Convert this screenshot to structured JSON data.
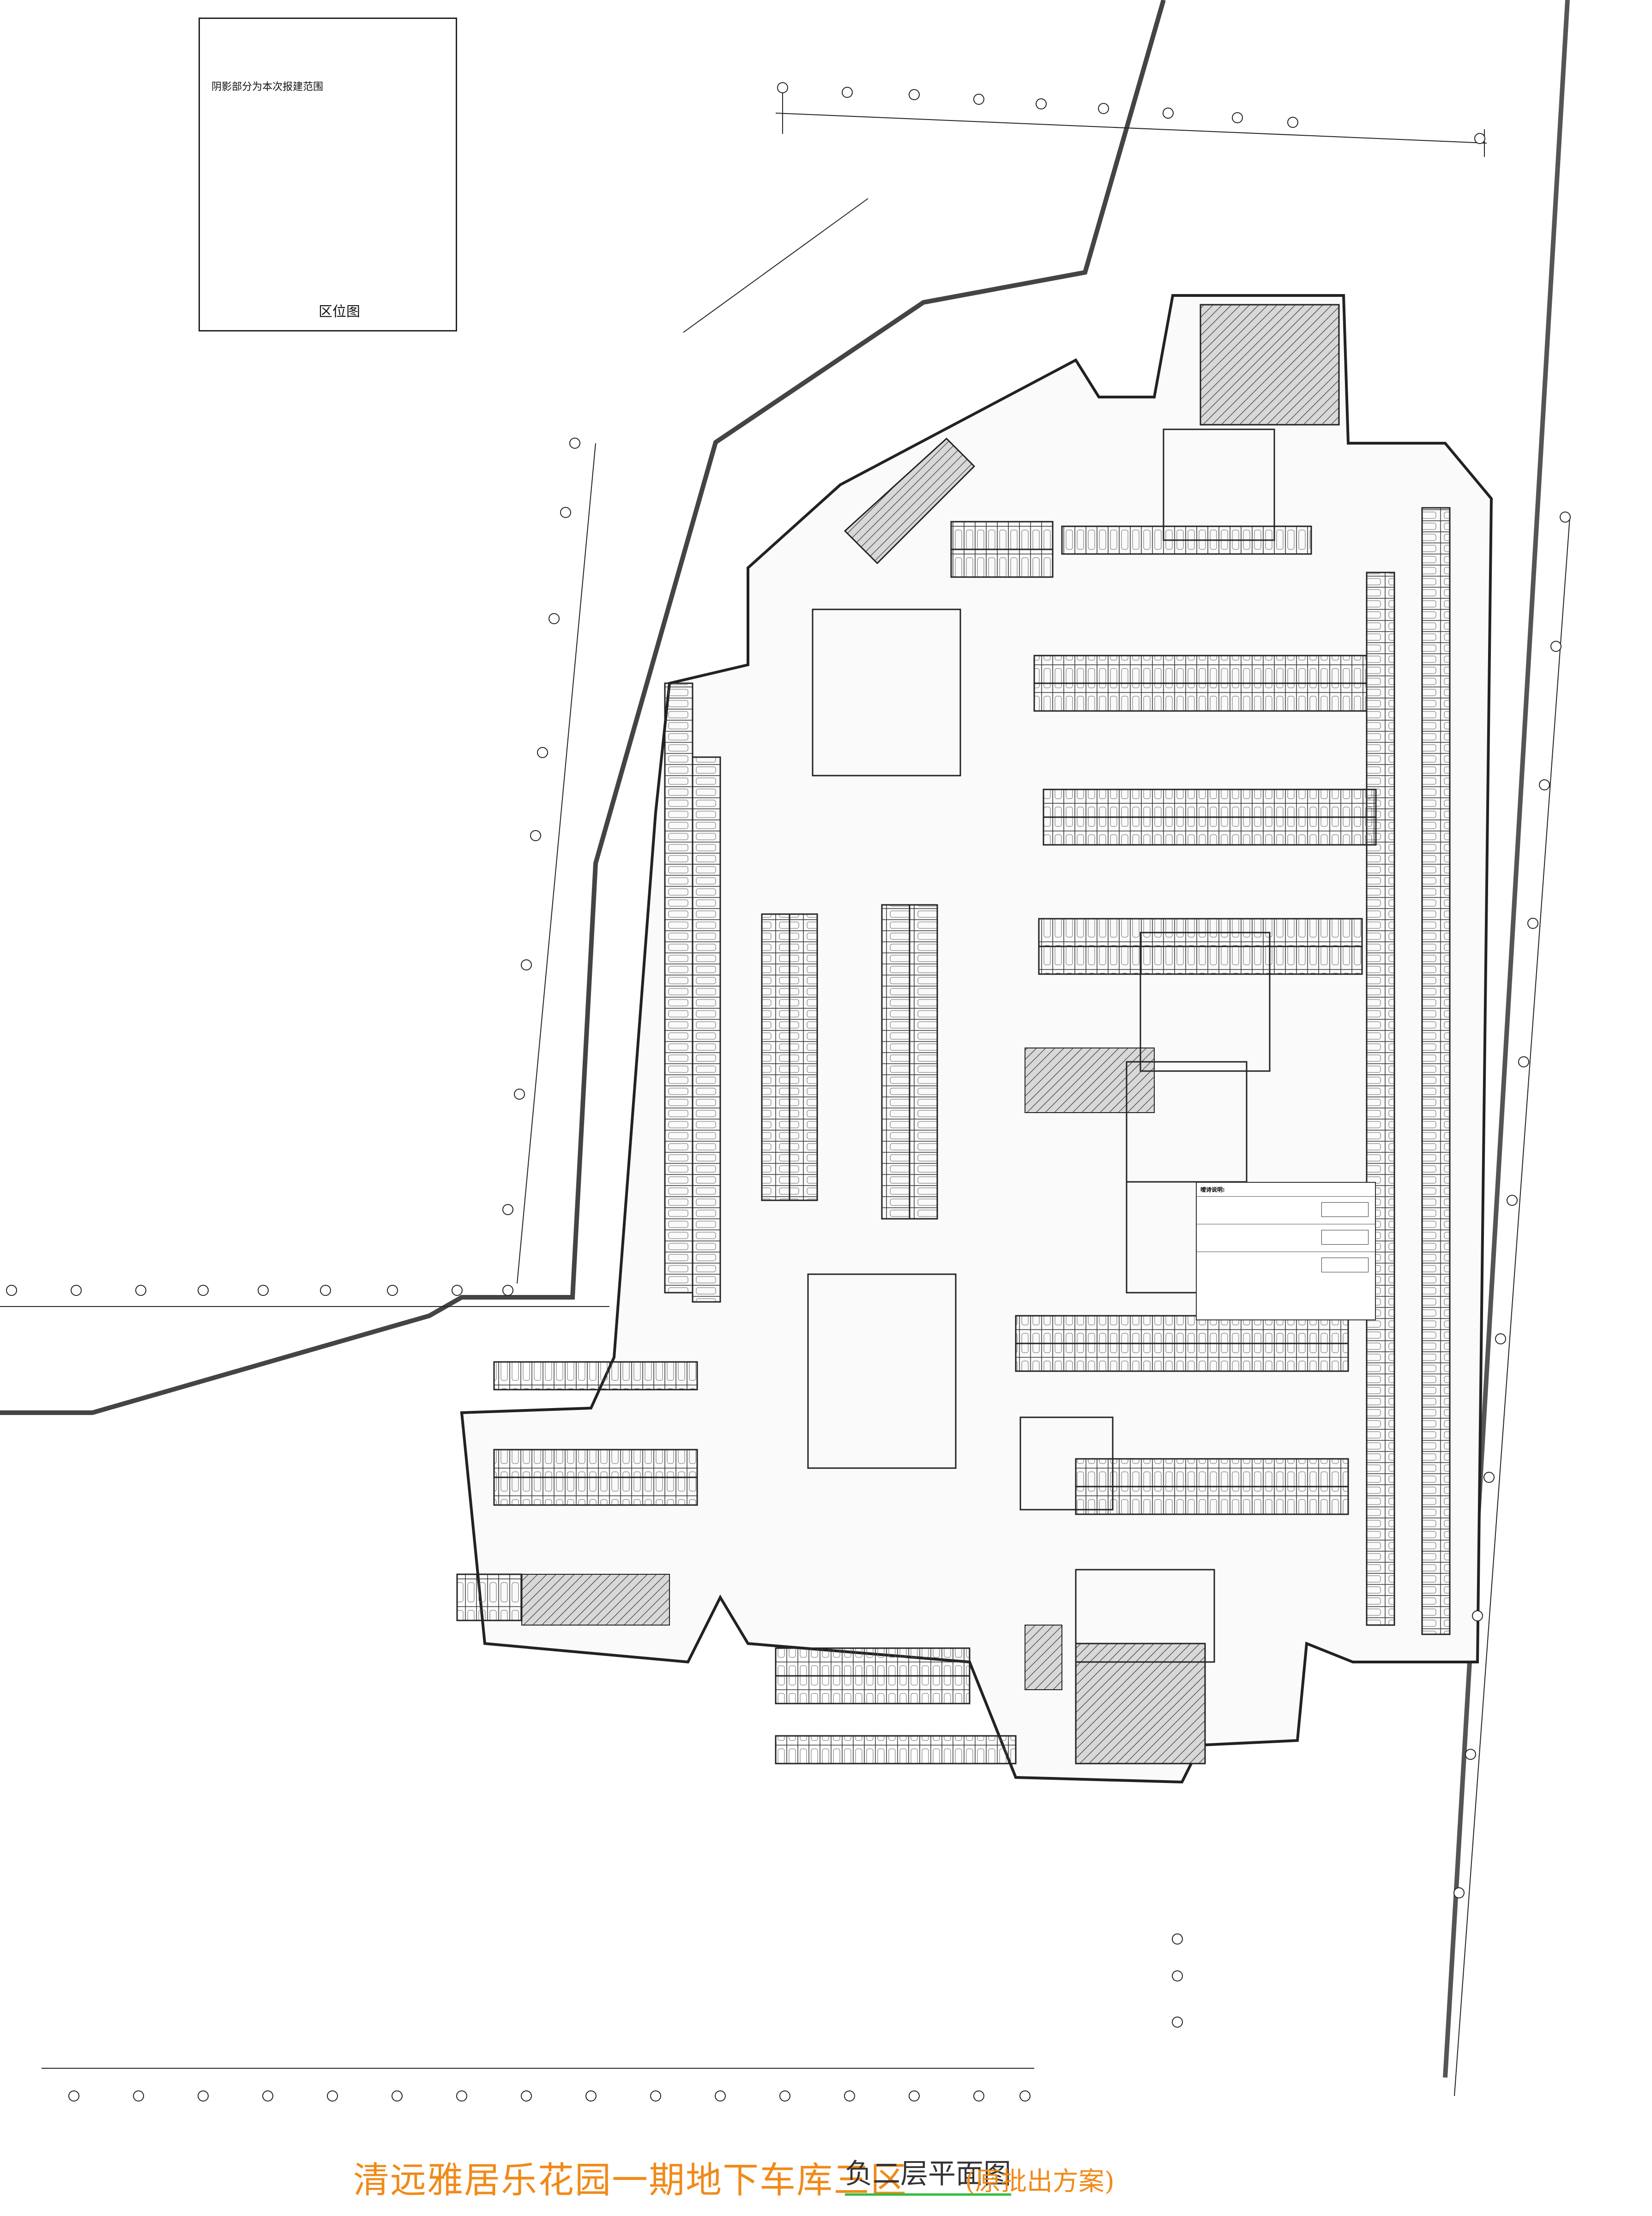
{
  "key_plan": {
    "label": "阴影部分为本次报建范围",
    "title": "区位图"
  },
  "title": {
    "main": "清远雅居乐花园一期地下车库三区",
    "sub": "负二层平面图",
    "note": "(原批出方案)"
  },
  "legend": {
    "heading": "嗳诗说明:"
  },
  "colors": {
    "title_main": "#f08a1a",
    "underline": "#2fbf3f",
    "line": "#222222",
    "hatch": "#555555"
  }
}
